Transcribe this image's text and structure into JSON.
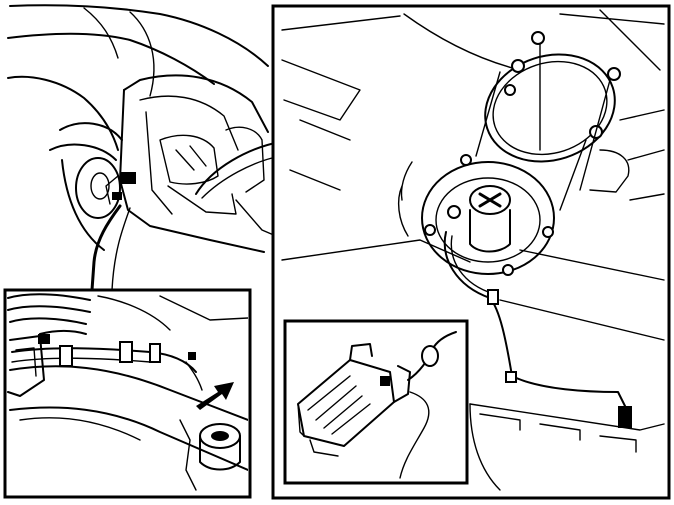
{
  "figure": {
    "panels": [
      {
        "id": "car-overview"
      },
      {
        "id": "fuel-pump-detail"
      },
      {
        "id": "connector-detail"
      },
      {
        "id": "underbody-detail"
      }
    ],
    "ink_color": "#000000",
    "paper_color": "#ffffff"
  }
}
